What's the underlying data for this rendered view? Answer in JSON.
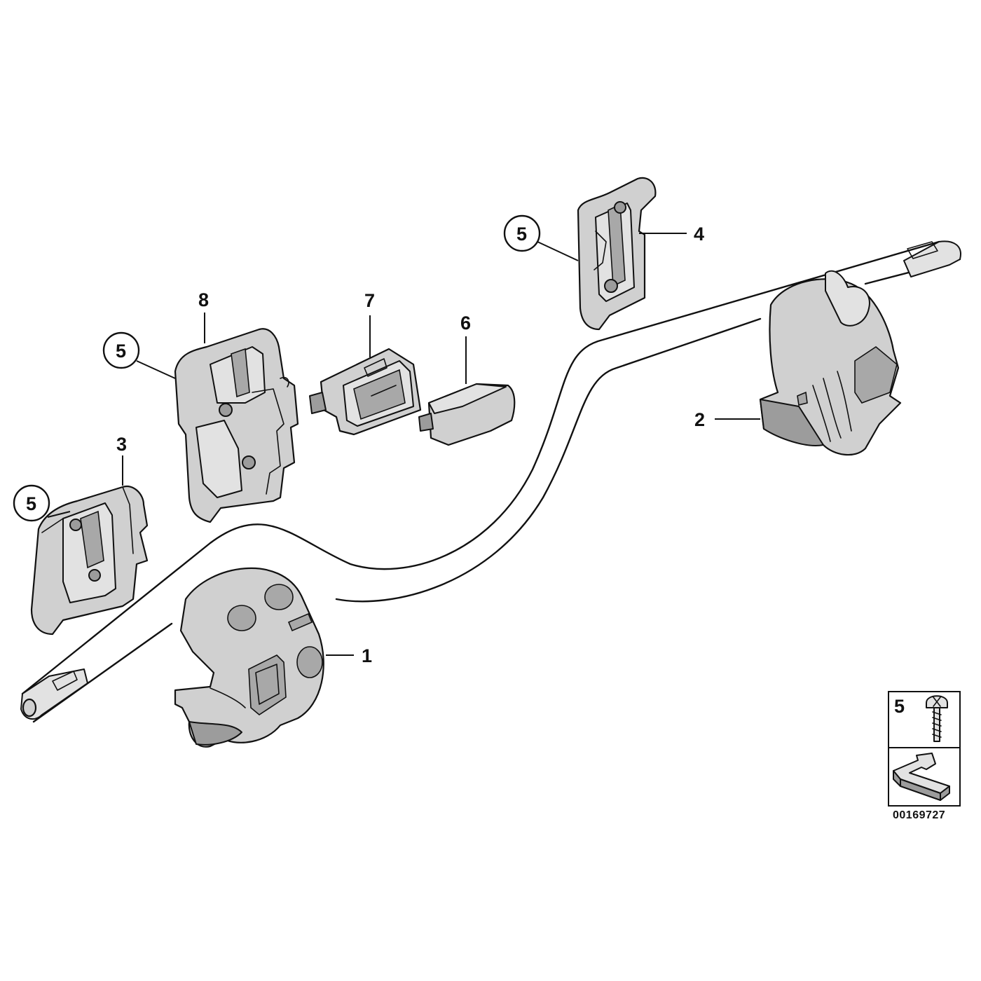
{
  "callouts": {
    "part_1": "1",
    "part_2": "2",
    "part_3": "3",
    "part_4": "4",
    "part_5_top": "5",
    "part_5_mid": "5",
    "part_5_left": "5",
    "part_6": "6",
    "part_7": "7",
    "part_8": "8"
  },
  "legend": {
    "screw_number": "5"
  },
  "diagram_ref": "00169727",
  "colors": {
    "line": "#111111",
    "part_fill": "#d0d0d0",
    "background": "#ffffff"
  },
  "icons": [
    "screw-icon",
    "direction-arrow-icon"
  ]
}
